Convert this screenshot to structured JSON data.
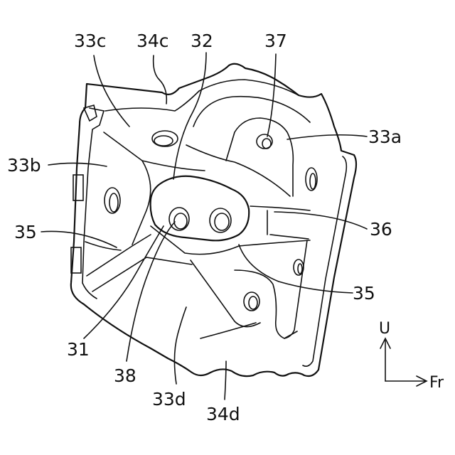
{
  "labels": {
    "l33c": "33c",
    "l34c": "34c",
    "l32": "32",
    "l37": "37",
    "l33a": "33a",
    "l33b": "33b",
    "l35_left": "35",
    "l36": "36",
    "l35_right": "35",
    "l31": "31",
    "l38": "38",
    "l33d": "33d",
    "l34d": "34d"
  },
  "axes": {
    "up": "U",
    "forward": "Fr"
  }
}
